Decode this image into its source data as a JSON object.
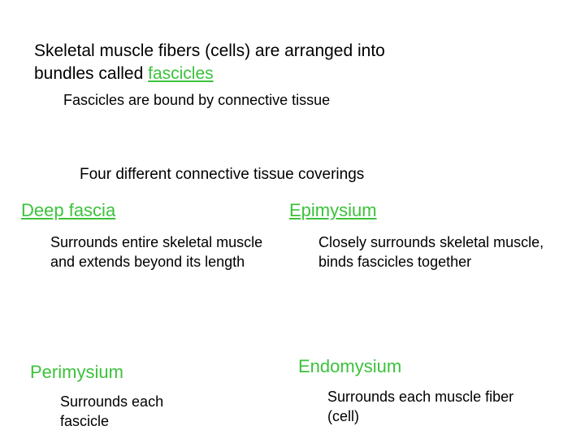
{
  "intro": {
    "line1": "Skeletal muscle fibers (cells) are arranged into",
    "line2_prefix": "bundles called ",
    "line2_keyword": "fascicles"
  },
  "subpoint": "Fascicles are bound by connective tissue",
  "coverings_title": "Four different connective tissue coverings",
  "coverings": [
    {
      "name": "Deep fascia",
      "description": "Surrounds entire skeletal muscle and extends beyond its length"
    },
    {
      "name": "Epimysium",
      "description": "Closely surrounds skeletal muscle, binds fascicles together"
    },
    {
      "name": "Perimysium",
      "description": "Surrounds each fascicle"
    },
    {
      "name": "Endomysium",
      "description": "Surrounds each muscle fiber (cell)"
    }
  ],
  "colors": {
    "keyword": "#3cc23c",
    "text": "#000000",
    "background": "#ffffff"
  }
}
